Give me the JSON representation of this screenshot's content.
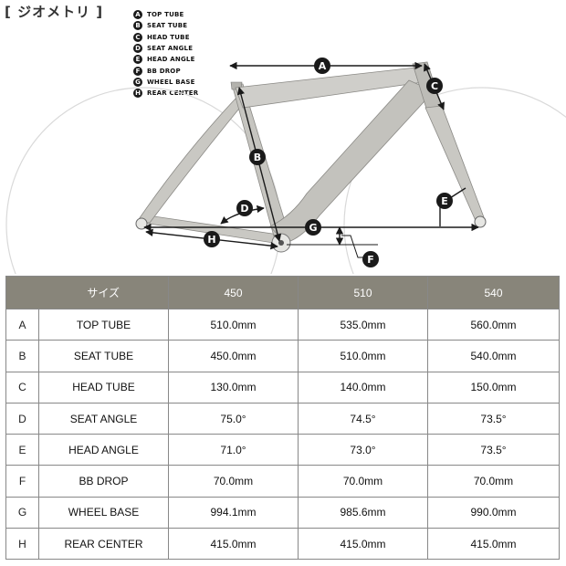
{
  "title": "[ ジオメトリ ]",
  "legend": [
    {
      "key": "A",
      "label": "TOP TUBE"
    },
    {
      "key": "B",
      "label": "SEAT TUBE"
    },
    {
      "key": "C",
      "label": "HEAD TUBE"
    },
    {
      "key": "D",
      "label": "SEAT ANGLE"
    },
    {
      "key": "E",
      "label": "HEAD ANGLE"
    },
    {
      "key": "F",
      "label": "BB DROP"
    },
    {
      "key": "G",
      "label": "WHEEL BASE"
    },
    {
      "key": "H",
      "label": "REAR CENTER"
    }
  ],
  "diagram_badges": [
    "A",
    "B",
    "C",
    "D",
    "E",
    "F",
    "G",
    "H"
  ],
  "table": {
    "headers": [
      "",
      "サイズ",
      "450",
      "510",
      "540"
    ],
    "rows": [
      {
        "key": "A",
        "name": "TOP TUBE",
        "values": [
          "510.0mm",
          "535.0mm",
          "560.0mm"
        ]
      },
      {
        "key": "B",
        "name": "SEAT TUBE",
        "values": [
          "450.0mm",
          "510.0mm",
          "540.0mm"
        ]
      },
      {
        "key": "C",
        "name": "HEAD TUBE",
        "values": [
          "130.0mm",
          "140.0mm",
          "150.0mm"
        ]
      },
      {
        "key": "D",
        "name": "SEAT ANGLE",
        "values": [
          "75.0°",
          "74.5°",
          "73.5°"
        ]
      },
      {
        "key": "E",
        "name": "HEAD ANGLE",
        "values": [
          "71.0°",
          "73.0°",
          "73.5°"
        ]
      },
      {
        "key": "F",
        "name": "BB DROP",
        "values": [
          "70.0mm",
          "70.0mm",
          "70.0mm"
        ]
      },
      {
        "key": "G",
        "name": "WHEEL BASE",
        "values": [
          "994.1mm",
          "985.6mm",
          "990.0mm"
        ]
      },
      {
        "key": "H",
        "name": "REAR CENTER",
        "values": [
          "415.0mm",
          "415.0mm",
          "415.0mm"
        ]
      }
    ]
  }
}
